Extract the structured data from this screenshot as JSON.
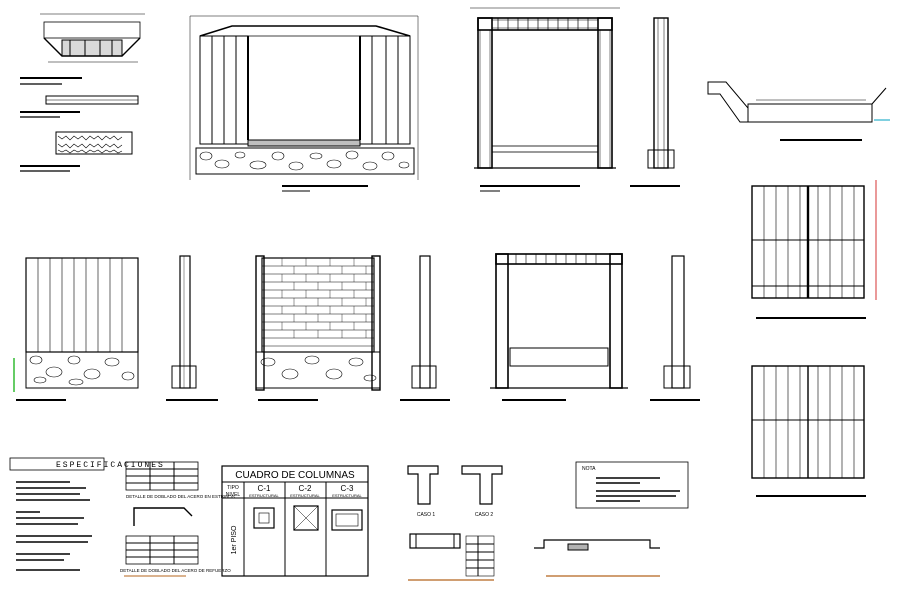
{
  "drawing": {
    "specs_header": "ESPECIFICACIONES",
    "column_table": {
      "title": "CUADRO DE COLUMNAS",
      "tipo_label": "TIPO",
      "nivel_label": "NIVEL",
      "floor_label": "1er PISO",
      "columns": [
        {
          "code": "C-1",
          "type": "ESTRUCTURAL"
        },
        {
          "code": "C-2",
          "type": "ESTRUCTURAL"
        },
        {
          "code": "C-3",
          "type": "ESTRUCTURAL"
        }
      ]
    },
    "rebar_detail_label": "DETALLE DE DOBLADO DEL ACERO EN ESTRIBOS",
    "rebar_detail_label_2": "DETALLE DE DOBLADO DEL ACERO DE REFUERZO",
    "beam_labels": [
      "CASO 1",
      "CASO 2"
    ],
    "note_title": "NOTA",
    "colors": {
      "line": "#000000",
      "red": "#cc0000",
      "green": "#00aa00",
      "orange": "#b5651d",
      "cyan": "#00a0c0"
    }
  }
}
